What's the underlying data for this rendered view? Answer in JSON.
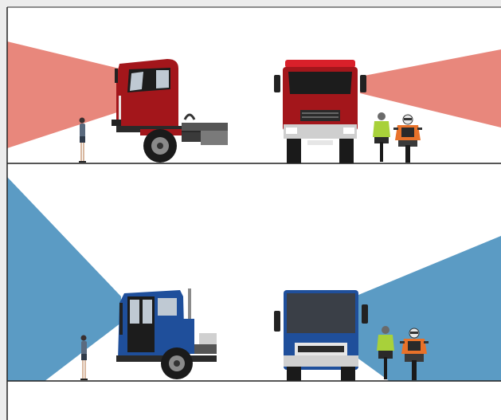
{
  "diagram": {
    "top_panel": {
      "vision_field_color": "#e8877c",
      "cab_color": "#a3161b",
      "cab_roof_color": "#d9202a",
      "left_view": [
        "pedestrian",
        "truck-tractor-side"
      ],
      "right_view": [
        "truck-front",
        "cyclist",
        "motorcyclist"
      ]
    },
    "bottom_panel": {
      "vision_field_color": "#5b9bc4",
      "cab_color": "#1f4f9b",
      "left_view": [
        "pedestrian",
        "low-entry-truck-side"
      ],
      "right_view": [
        "low-entry-truck-front",
        "cyclist",
        "motorcyclist"
      ]
    },
    "colors": {
      "background": "#ececec",
      "panel": "#ffffff",
      "border": "#222222",
      "tyre": "#1a1a1a",
      "chassis": "#2a2a2a",
      "cyclist_jacket": "#a8d13a",
      "biker_jacket": "#e8722a",
      "pedestrian": "#5a6a7e"
    }
  }
}
